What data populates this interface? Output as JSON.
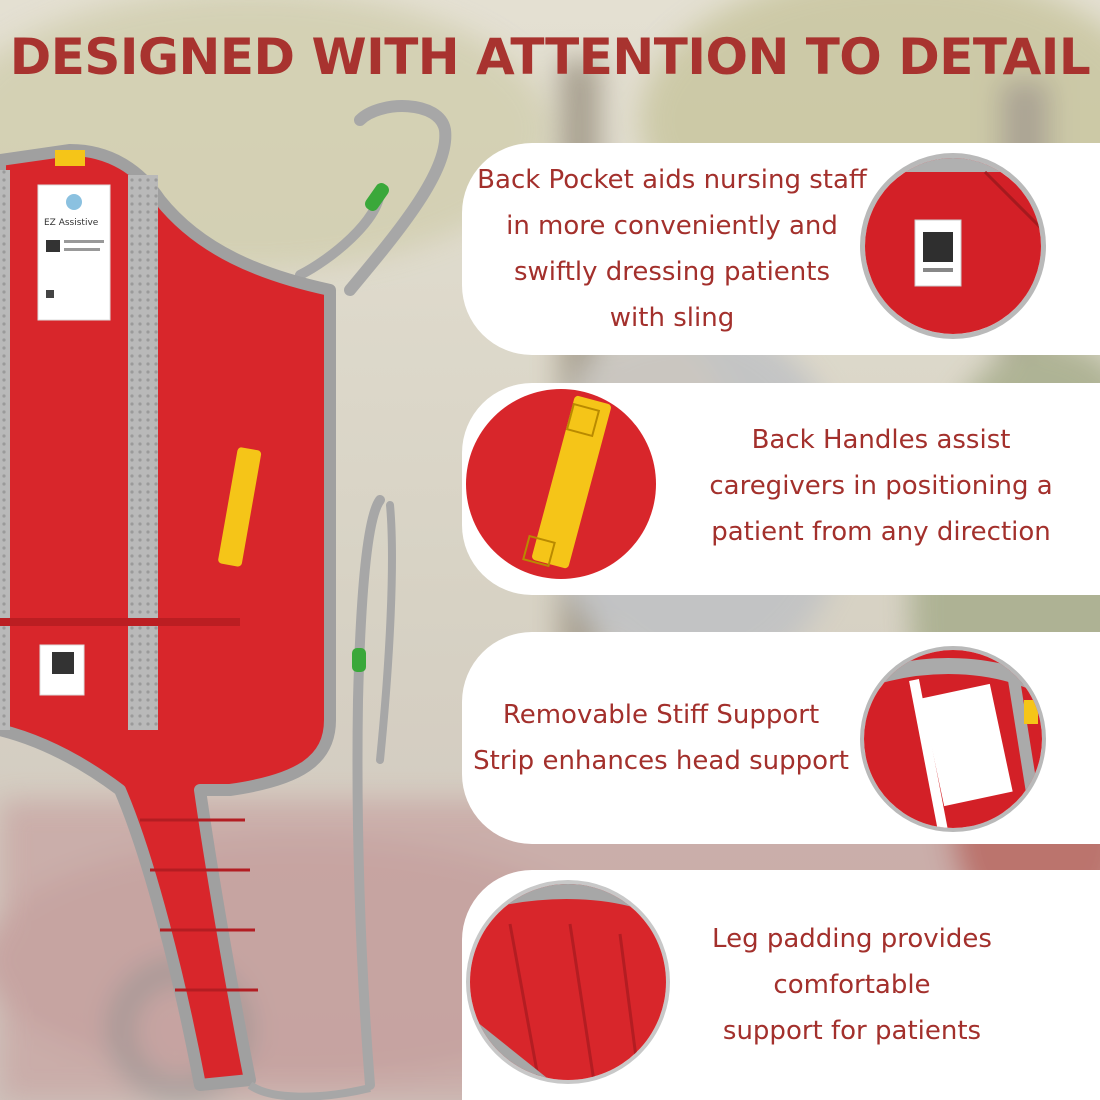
{
  "title": "DESIGNED WITH ATTENTION TO DETAIL",
  "features": [
    {
      "id": "back-pocket",
      "text": "Back Pocket aids nursing staff\nin more conveniently and\nswiftly dressing patients\nwith sling"
    },
    {
      "id": "back-handles",
      "text": "Back Handles assist\ncaregivers in positioning a\npatient from any direction"
    },
    {
      "id": "stiff-support",
      "text": "Removable Stiff Support\nStrip enhances head support"
    },
    {
      "id": "leg-padding",
      "text": "Leg padding provides\ncomfortable\nsupport for patients"
    }
  ],
  "label": {
    "brand": "EZ Assistive"
  },
  "colors": {
    "accent": "#a8332f",
    "sling_red": "#d8262b",
    "trim_gray": "#9c9c9c",
    "handle_yellow": "#f5c518",
    "loop_green": "#3aa83a",
    "card_bg": "#ffffff"
  }
}
